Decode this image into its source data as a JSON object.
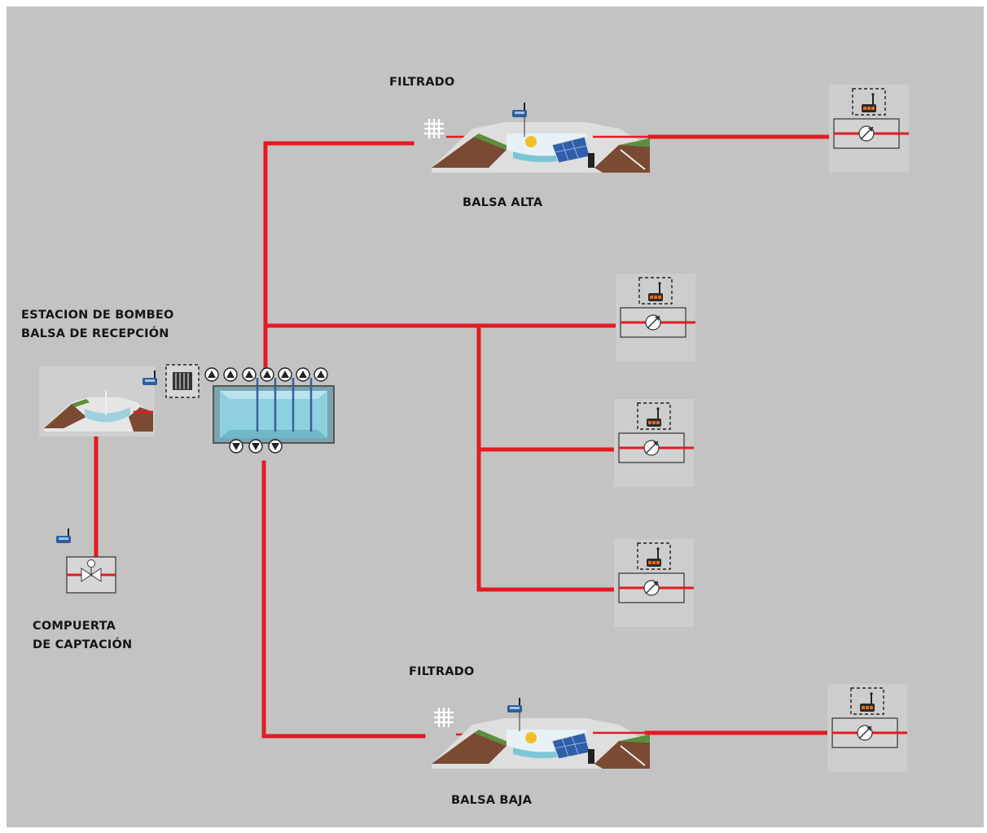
{
  "labels": {
    "filtrado_alta": "FILTRADO",
    "balsa_alta": "BALSA ALTA",
    "estacion_line1": "ESTACION DE BOMBEO",
    "estacion_line2": "BALSA DE RECEPCIÓN",
    "compuerta_line1": "COMPUERTA",
    "compuerta_line2": "DE CAPTACIÓN",
    "filtrado_baja": "FILTRADO",
    "balsa_baja": "BALSA BAJA"
  },
  "colors": {
    "pipe": "#e21b22",
    "background": "#c3c3c3",
    "water": "#7cc6d8",
    "earth": "#7a4a33",
    "grass": "#5a8f3c"
  },
  "icons": [
    "antenna-controller-icon",
    "filter-mesh-icon",
    "flow-meter-icon",
    "pump-icon",
    "gate-valve-icon",
    "solar-panel-icon",
    "tank-icon"
  ]
}
